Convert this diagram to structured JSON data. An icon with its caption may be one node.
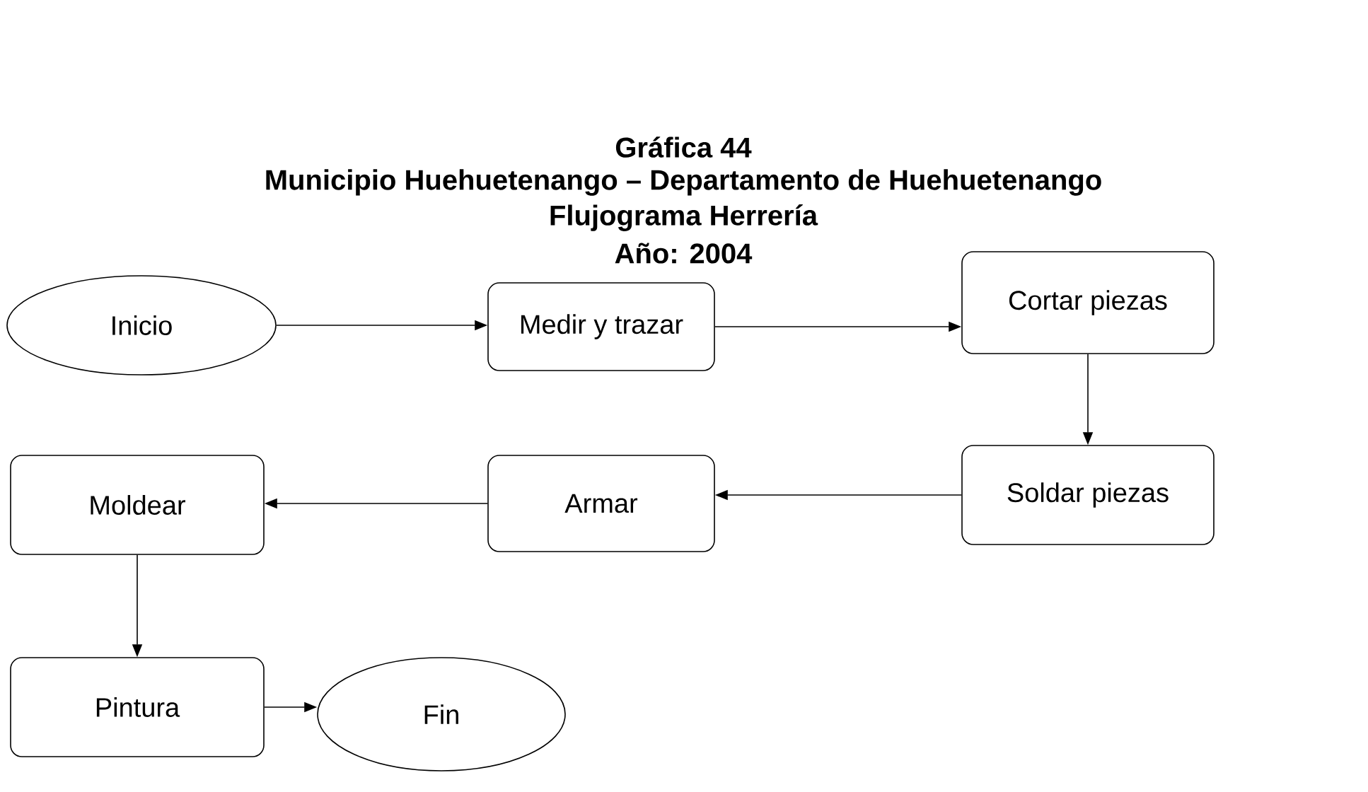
{
  "diagram": {
    "title": "Gráfica 44",
    "labels": [
      "Municipio Huehuetenango – Departamento de Huehuetenango",
      "Flujograma Herrería",
      "Año: 2004"
    ],
    "nodes": [
      {
        "text": [
          "Inicio"
        ]
      },
      {
        "text": [
          "Medir y trazar"
        ]
      },
      {
        "text": [
          "Cortar piezas"
        ]
      },
      {
        "text": [
          "Soldar piezas"
        ]
      },
      {
        "text": [
          "Armar"
        ]
      },
      {
        "text": [
          "Moldear"
        ]
      },
      {
        "text": [
          "Pintura"
        ]
      },
      {
        "text": [
          "Fin"
        ]
      }
    ],
    "edges": [
      {
        "from": 0,
        "to": 1,
        "arrow": "to"
      },
      {
        "from": 1,
        "to": 2,
        "arrow": "to"
      },
      {
        "from": 2,
        "to": 3,
        "arrow": "to"
      },
      {
        "from": 3,
        "to": 4,
        "arrow": "to"
      },
      {
        "from": 4,
        "to": 5,
        "arrow": "to"
      },
      {
        "from": 5,
        "to": 6,
        "arrow": "to"
      },
      {
        "from": 6,
        "to": 7,
        "arrow": "to"
      }
    ]
  }
}
